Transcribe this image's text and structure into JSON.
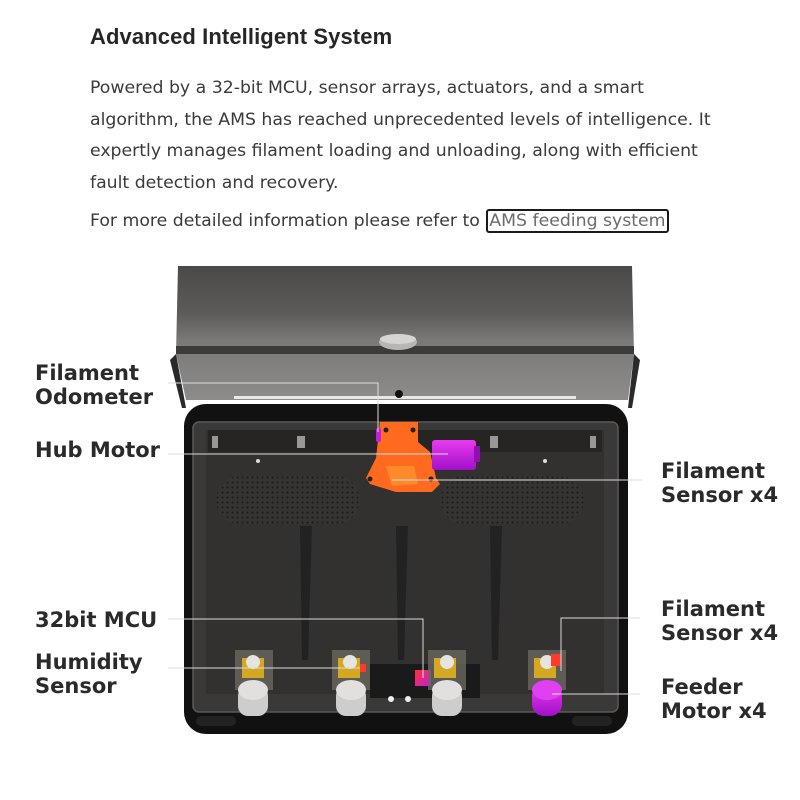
{
  "section": {
    "title": "Advanced Intelligent System",
    "paragraph": "Powered by a 32-bit MCU, sensor arrays, actuators, and a smart algorithm, the AMS has reached unprecedented levels of intelligence. It expertly manages filament loading and unloading, along with efficient fault detection and recovery.",
    "refer_text": "For more detailed information please refer to",
    "refer_link": "AMS feeding system"
  },
  "diagram": {
    "labels": {
      "filament_odometer_line1": "Filament",
      "filament_odometer_line2": "Odometer",
      "hub_motor": "Hub Motor",
      "filament_sensor_top_line1": "Filament",
      "filament_sensor_top_line2": "Sensor x4",
      "mcu": "32bit MCU",
      "humidity_line1": "Humidity",
      "humidity_line2": "Sensor",
      "filament_sensor_bottom_line1": "Filament",
      "filament_sensor_bottom_line2": "Sensor x4",
      "feeder_line1": "Feeder",
      "feeder_line2": "Motor x4"
    },
    "colors": {
      "highlight_orange": "#ff6a1f",
      "highlight_magenta": "#d21ee6",
      "highlight_red": "#ff3a2a",
      "body_dark": "#2e2d2c",
      "lid_gray": "#6e6d6c"
    }
  }
}
